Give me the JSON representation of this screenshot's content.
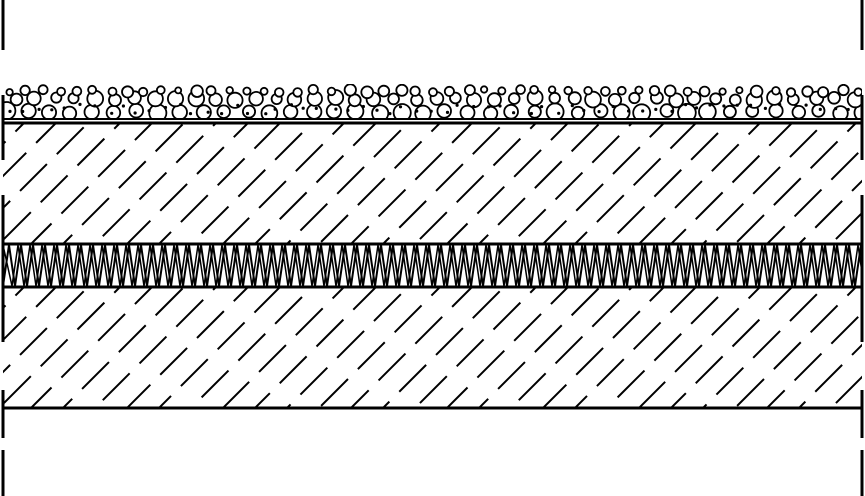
{
  "drawing": {
    "type": "construction-section-hatch",
    "colors": {
      "background": "#ffffff",
      "stroke": "#000000"
    },
    "layers_top_to_bottom": [
      {
        "name": "gravel-layer",
        "pattern": "gravel-circles"
      },
      {
        "name": "upper-solid-layer",
        "pattern": "diagonal-dashed-hatch"
      },
      {
        "name": "insulation-layer",
        "pattern": "insulation-zigzag"
      },
      {
        "name": "lower-solid-layer",
        "pattern": "diagonal-dashed-hatch"
      }
    ],
    "break_lines": [
      "left-break-marks",
      "right-break-marks"
    ]
  }
}
